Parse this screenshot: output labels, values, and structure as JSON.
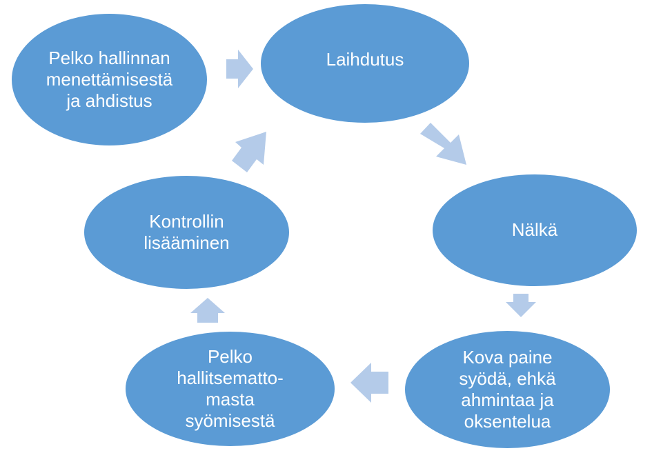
{
  "nodes": [
    {
      "id": "n1",
      "name": "node-fear-loss-of-control",
      "lines": [
        "Pelko hallinnan",
        "menettämisestä",
        "ja ahdistus"
      ]
    },
    {
      "id": "n2",
      "name": "node-weight-loss",
      "lines": [
        "Laihdutus"
      ]
    },
    {
      "id": "n3",
      "name": "node-hunger",
      "lines": [
        "Nälkä"
      ]
    },
    {
      "id": "n4",
      "name": "node-pressure-to-eat",
      "lines": [
        "Kova paine",
        "syödä, ehkä",
        "ahmintaa ja",
        "oksentelua"
      ]
    },
    {
      "id": "n5",
      "name": "node-fear-uncontrolled-eating",
      "lines": [
        "Pelko",
        "hallitsematto-",
        "masta",
        "syömisestä"
      ]
    },
    {
      "id": "n6",
      "name": "node-increasing-control",
      "lines": [
        "Kontrollin",
        "lisääminen"
      ]
    }
  ],
  "edges": [
    {
      "from": "n1",
      "to": "n2",
      "direction": "right"
    },
    {
      "from": "n2",
      "to": "n3",
      "direction": "down-right"
    },
    {
      "from": "n3",
      "to": "n4",
      "direction": "down"
    },
    {
      "from": "n4",
      "to": "n5",
      "direction": "left"
    },
    {
      "from": "n5",
      "to": "n6",
      "direction": "up"
    },
    {
      "from": "n6",
      "to": "n2",
      "direction": "up-right"
    }
  ],
  "colors": {
    "node_fill": "#5b9bd5",
    "node_text": "#ffffff",
    "arrow_fill": "#b4cbe9",
    "background": "#ffffff"
  }
}
